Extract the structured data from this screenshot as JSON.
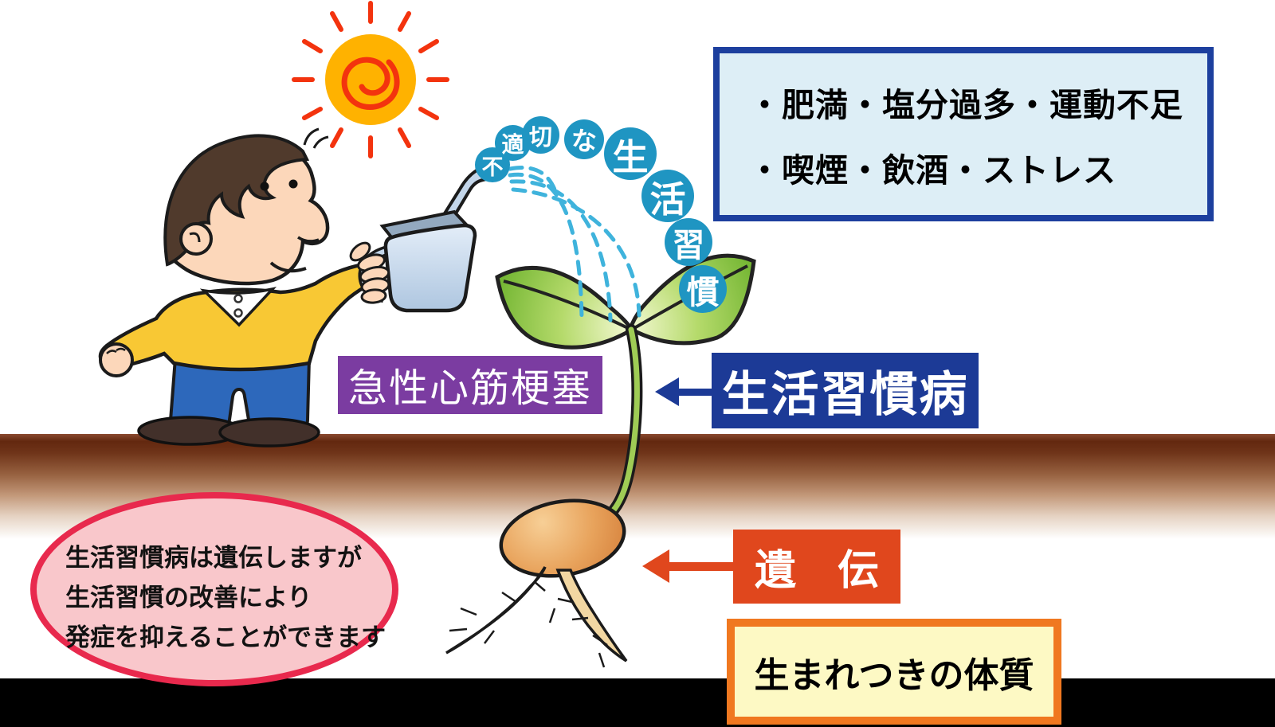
{
  "info_box": {
    "line1": "・肥満・塩分過多・運動不足",
    "line2": "・喫煙・飲酒・ストレス"
  },
  "water_bubbles": {
    "phrase": "不適切な生活習慣",
    "chars": [
      "不",
      "適",
      "切",
      "な",
      "生",
      "活",
      "習",
      "慣"
    ]
  },
  "labels": {
    "acute_mi": "急性心筋梗塞",
    "lifestyle_disease": "生活習慣病",
    "heredity": "遺　伝",
    "born_constitution": "生まれつきの体質"
  },
  "note_ellipse": {
    "line1": "生活習慣病は遺伝しますが",
    "line2": "生活習慣の改善により",
    "line3": "発症を抑えることができます"
  },
  "colors": {
    "info_box_bg": "#ddeef6",
    "info_box_border": "#1c3f9e",
    "bubble_blue": "#1f95c2",
    "water_blue": "#3fb3dc",
    "purple_label": "#7b3ca1",
    "navy_label": "#1c3a96",
    "heredity_orange": "#e0471d",
    "constitution_bg": "#fdf9c4",
    "constitution_border": "#f07820",
    "ellipse_pink_bg": "#f9c7cb",
    "ellipse_pink_border": "#e8294d",
    "ground_brown": "#63280f",
    "sun_orange": "#ffb200",
    "sun_red": "#f3330e"
  }
}
